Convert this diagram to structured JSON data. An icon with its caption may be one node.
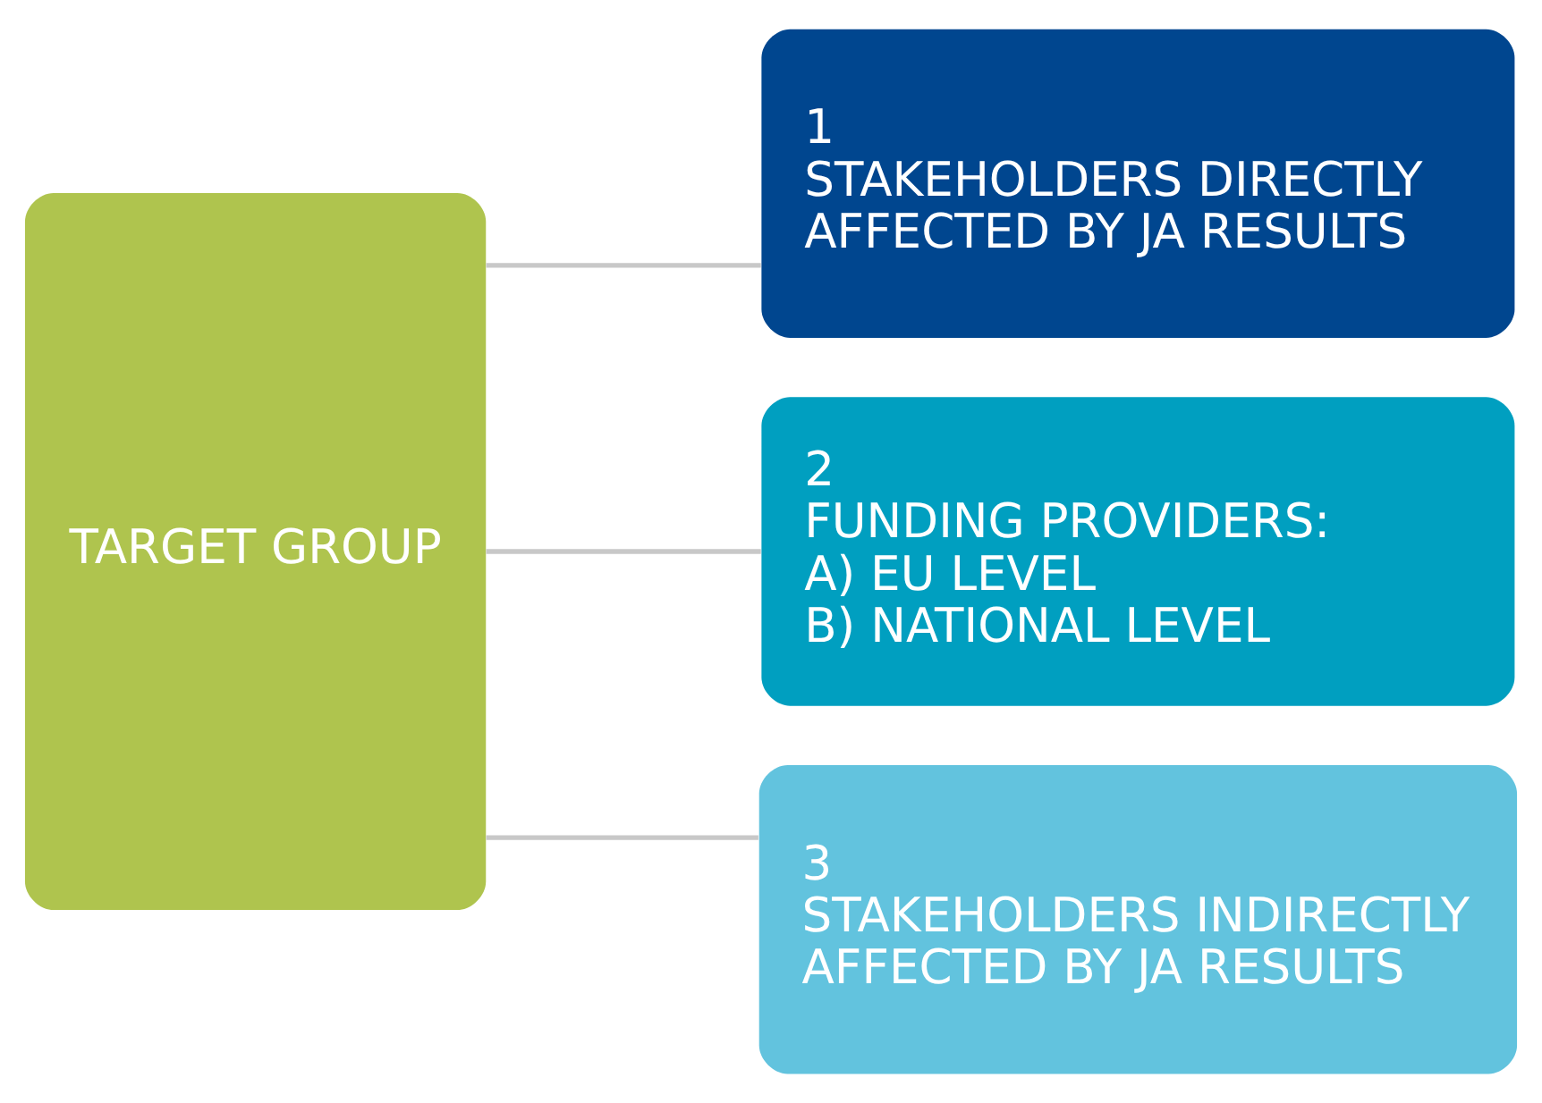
{
  "diagram": {
    "nodes": [
      {
        "text": [
          "TARGET GROUP"
        ]
      },
      {
        "text": [
          "1",
          "STAKEHOLDERS DIRECTLY AFFECTED BY JA RESULTS"
        ]
      },
      {
        "text": [
          "2",
          "FUNDING PROVIDERS:",
          "A) EU LEVEL",
          "B) NATIONAL LEVEL"
        ]
      },
      {
        "text": [
          "3",
          "STAKEHOLDERS INDIRECTLY AFFECTED BY JA RESULTS"
        ]
      }
    ],
    "edges": [
      {
        "from": 0,
        "to": 1,
        "arrow": "none"
      },
      {
        "from": 0,
        "to": 2,
        "arrow": "none"
      },
      {
        "from": 0,
        "to": 3,
        "arrow": "none"
      }
    ]
  }
}
